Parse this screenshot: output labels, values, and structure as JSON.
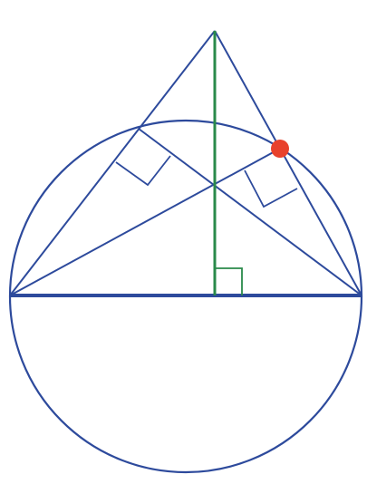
{
  "figure": {
    "colors": {
      "construction": "#2d4a9c",
      "diameter": "#2d4a9c",
      "altitude": "#2a8a4a",
      "highlight_point": "#e8412c",
      "background": "#ffffff"
    },
    "elements": [
      "circle",
      "diameter",
      "triangle-sides",
      "cevians",
      "vertical-altitude",
      "right-angle-markers",
      "highlighted-point"
    ]
  }
}
